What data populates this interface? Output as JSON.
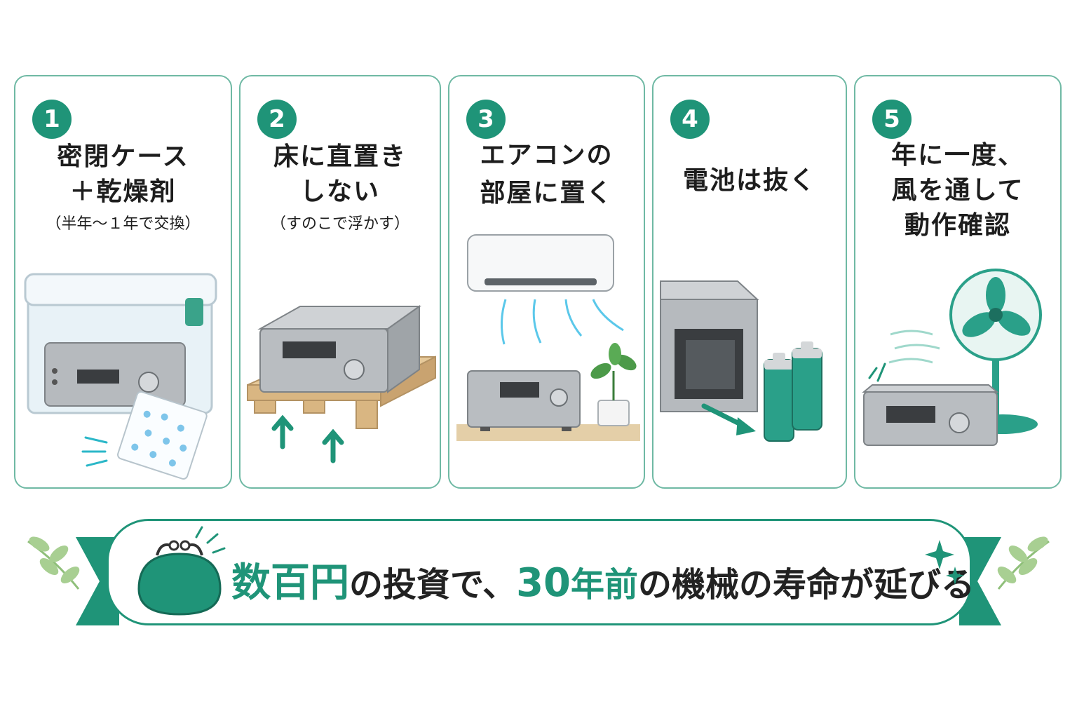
{
  "steps": [
    {
      "number": "1",
      "title_lines": [
        "密閉ケース",
        "＋乾燥剤"
      ],
      "note": "（半年～１年で交換）"
    },
    {
      "number": "2",
      "title_lines": [
        "床に直置き",
        "しない"
      ],
      "note": "（すのこで浮かす）"
    },
    {
      "number": "3",
      "title_lines": [
        "エアコンの",
        "部屋に置く"
      ],
      "note": ""
    },
    {
      "number": "4",
      "title_lines": [
        "電池は抜く"
      ],
      "note": ""
    },
    {
      "number": "5",
      "title_lines": [
        "年に一度、",
        "風を通して",
        "動作確認"
      ],
      "note": ""
    }
  ],
  "banner": {
    "part1": "数百円",
    "part2": "の投資で、",
    "part3": "30",
    "part4": "年前",
    "part5": "の機械の寿命が延びる"
  },
  "colors": {
    "accent": "#1f9478",
    "border": "#6fb9a4",
    "leaf": "#8fbf7a"
  },
  "icons": [
    "storage-box-icon",
    "desiccant-pack-icon",
    "pallet-icon",
    "arrow-up-icon",
    "air-conditioner-icon",
    "plant-icon",
    "battery-icon",
    "arrow-right-icon",
    "fan-icon",
    "audio-receiver-icon",
    "purse-icon",
    "sparkle-icon",
    "leaf-branch-icon"
  ]
}
